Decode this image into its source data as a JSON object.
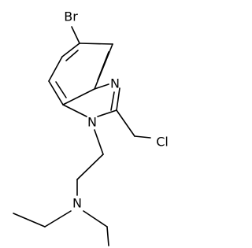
{
  "molecule": {
    "atoms": {
      "br": "Br",
      "n3": "N",
      "n1": "N",
      "cl": "Cl",
      "namine": "N"
    }
  }
}
